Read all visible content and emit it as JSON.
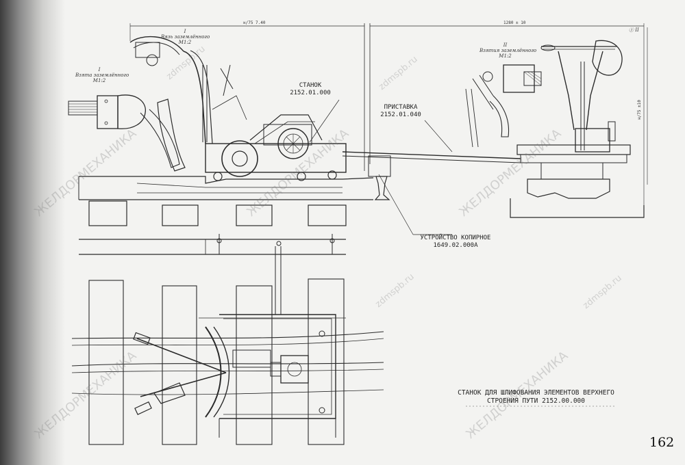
{
  "labels": {
    "machine_name": "СТАНОК",
    "machine_code": "2152.01.000",
    "attachment_name": "ПРИСТАВКА",
    "attachment_code": "2152.01.040",
    "copier_name": "УСТРОЙСТВО КОПИРНОЕ",
    "copier_code": "1649.02.000А"
  },
  "detail_callouts": {
    "left": {
      "numeral": "I",
      "text": "Взята заземлённого",
      "scale": "М1:2"
    },
    "top": {
      "numeral": "I",
      "text": "Вязь заземлённого",
      "scale": "М1:2"
    },
    "right": {
      "numeral": "II",
      "text": "Взятия заземлённого",
      "scale": "М1:2"
    },
    "corner_mark": "Ⓘ II"
  },
  "dimensions": {
    "left_width": "н/75 7.40",
    "right_width": "1280 ± 10",
    "right_height": "н/75 ±10"
  },
  "caption": {
    "line1": "СТАНОК ДЛЯ ШЛИФОВАНИЯ ЭЛЕМЕНТОВ ВЕРХНЕГО",
    "line2": "СТРОЕНИЯ ПУТИ 2152.00.000"
  },
  "page_number": "162",
  "watermarks": {
    "site": "zdmspb.ru",
    "brand": "ЖЕЛДОРМЕХАНИКА"
  }
}
